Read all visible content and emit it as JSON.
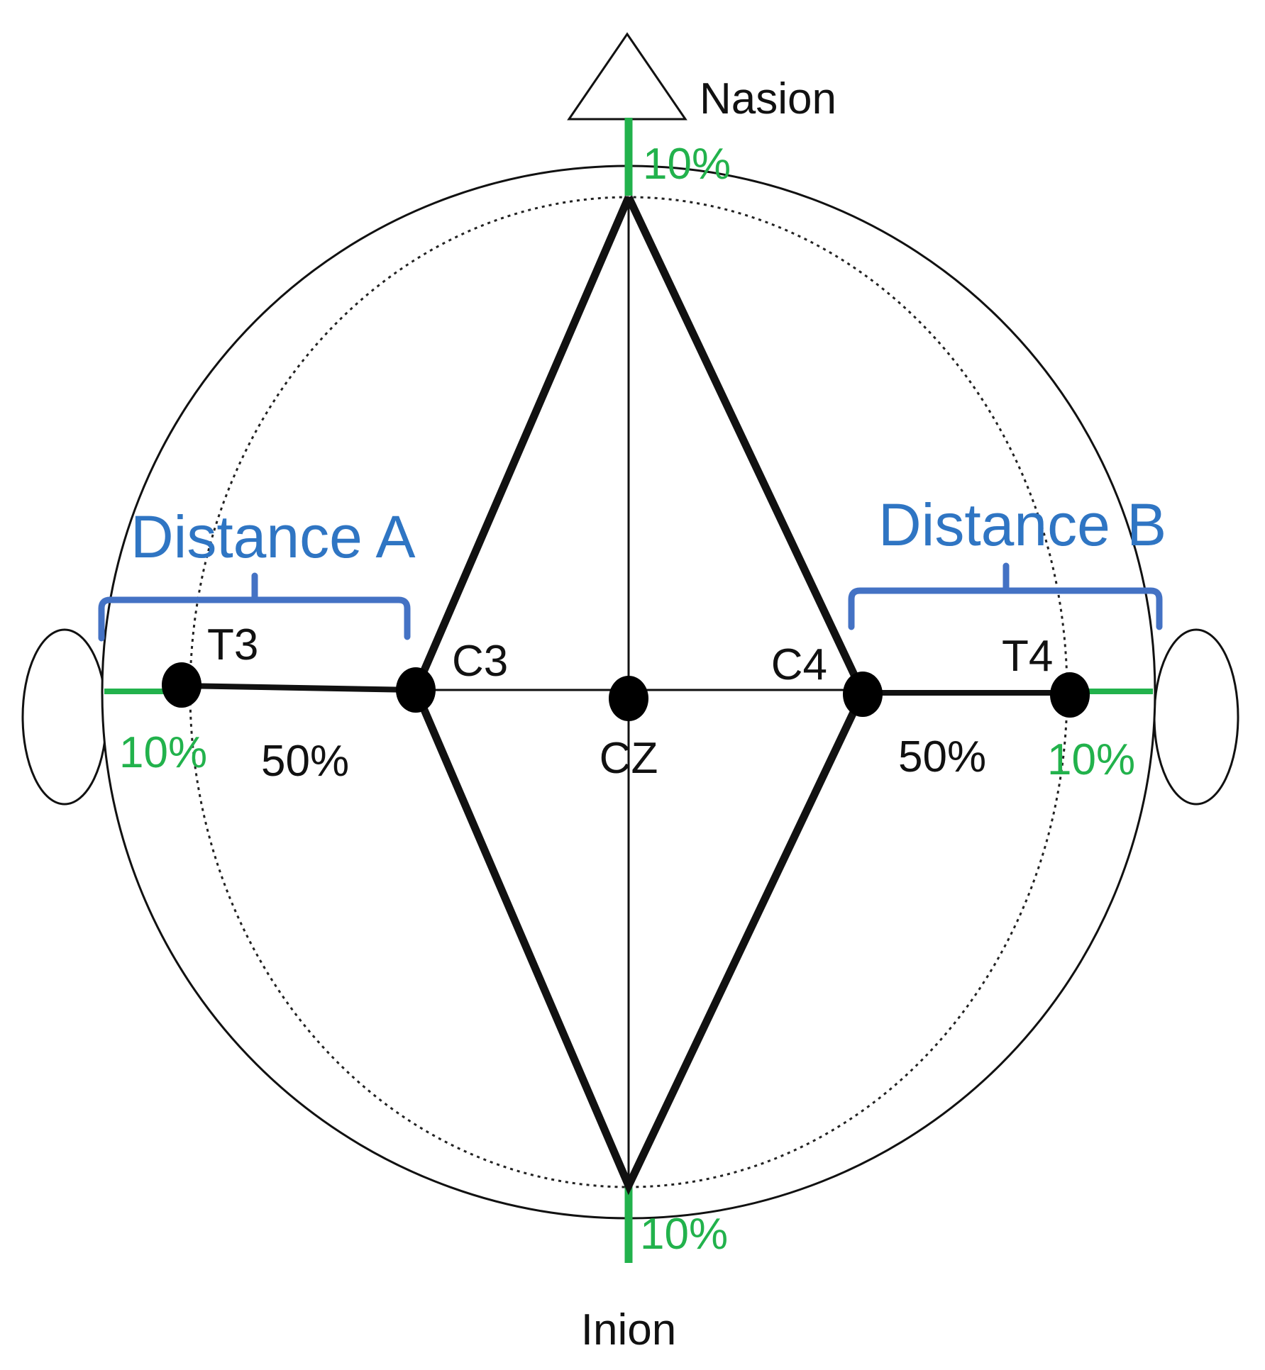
{
  "landmarks": {
    "nasion": "Nasion",
    "inion": "Inion"
  },
  "electrodes": {
    "t3": "T3",
    "c3": "C3",
    "cz": "CZ",
    "c4": "C4",
    "t4": "T4"
  },
  "percentages": {
    "top": "10%",
    "bottom": "10%",
    "left_outer": "10%",
    "right_outer": "10%",
    "left_middle": "50%",
    "right_middle": "50%"
  },
  "distances": {
    "a": "Distance A",
    "b": "Distance B"
  },
  "colors": {
    "outline": "#111111",
    "percent_green": "#22b24c",
    "distance_blue": "#2f75c3",
    "bracket_blue": "#4472c4"
  }
}
